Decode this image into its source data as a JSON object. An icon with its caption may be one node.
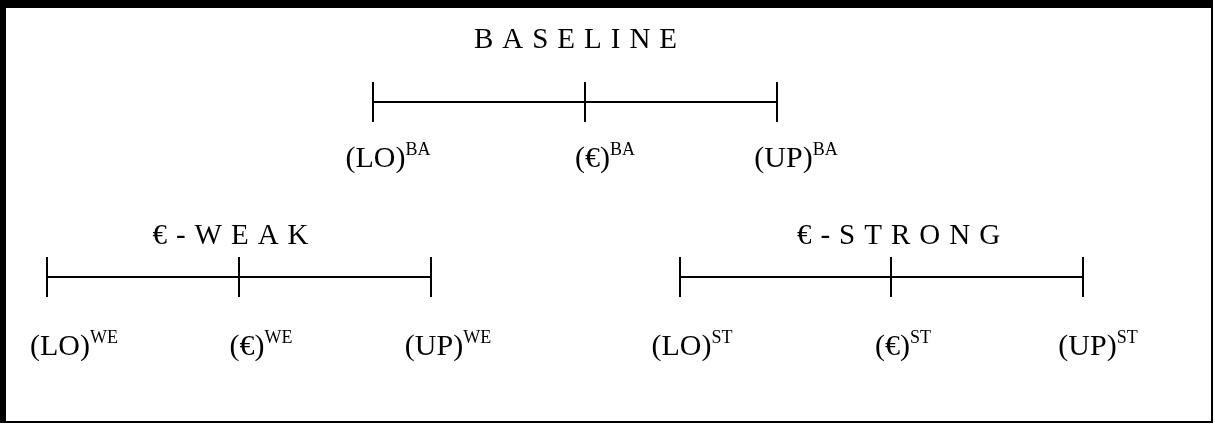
{
  "diagram": {
    "labels": [
      "BASELINE",
      "(LO)$^{BA}$",
      "(€)$^{BA}$",
      "(UP)$^{BA}$",
      "€-WEAK",
      "€-STRONG",
      "(LO)$^{WE}$",
      "(€)$^{WE}$",
      "(UP)$^{WE}$",
      "(LO)$^{ST}$",
      "(€)$^{ST}$",
      "(UP)$^{ST}$"
    ]
  }
}
